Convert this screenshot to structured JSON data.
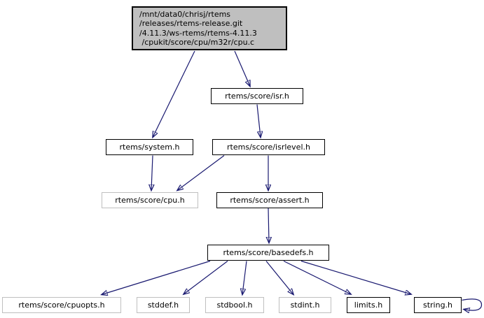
{
  "diagram": {
    "type": "include-dependency-graph",
    "description": "Doxygen include dependency graph for cpu.c"
  },
  "nodes": {
    "main": {
      "lines": [
        "/mnt/data0/chrisj/rtems",
        "/releases/rtems-release.git",
        "/4.11.3/ws-rtems/rtems-4.11.3",
        " /cpukit/score/cpu/m32r/cpu.c"
      ]
    },
    "isr": {
      "label": "rtems/score/isr.h"
    },
    "system": {
      "label": "rtems/system.h"
    },
    "isrlevel": {
      "label": "rtems/score/isrlevel.h"
    },
    "cpu": {
      "label": "rtems/score/cpu.h"
    },
    "assert": {
      "label": "rtems/score/assert.h"
    },
    "basedefs": {
      "label": "rtems/score/basedefs.h"
    },
    "cpuopts": {
      "label": "rtems/score/cpuopts.h"
    },
    "stddef": {
      "label": "stddef.h"
    },
    "stdbool": {
      "label": "stdbool.h"
    },
    "stdint": {
      "label": "stdint.h"
    },
    "limits": {
      "label": "limits.h"
    },
    "string": {
      "label": "string.h"
    }
  },
  "edges": [
    {
      "from": "cpu.c",
      "to": "rtems/score/isr.h"
    },
    {
      "from": "cpu.c",
      "to": "rtems/system.h"
    },
    {
      "from": "rtems/score/isr.h",
      "to": "rtems/score/isrlevel.h"
    },
    {
      "from": "rtems/system.h",
      "to": "rtems/score/cpu.h"
    },
    {
      "from": "rtems/score/isrlevel.h",
      "to": "rtems/score/cpu.h"
    },
    {
      "from": "rtems/score/isrlevel.h",
      "to": "rtems/score/assert.h"
    },
    {
      "from": "rtems/score/assert.h",
      "to": "rtems/score/basedefs.h"
    },
    {
      "from": "rtems/score/basedefs.h",
      "to": "rtems/score/cpuopts.h"
    },
    {
      "from": "rtems/score/basedefs.h",
      "to": "stddef.h"
    },
    {
      "from": "rtems/score/basedefs.h",
      "to": "stdbool.h"
    },
    {
      "from": "rtems/score/basedefs.h",
      "to": "stdint.h"
    },
    {
      "from": "rtems/score/basedefs.h",
      "to": "limits.h"
    },
    {
      "from": "rtems/score/basedefs.h",
      "to": "string.h"
    },
    {
      "from": "string.h",
      "to": "string.h"
    }
  ],
  "colors": {
    "edge": "#191970",
    "border_linked": "#000000",
    "border_plain": "#bfbfbf",
    "root_fill": "#bfbfbf",
    "node_fill": "#ffffff",
    "text": "#000000",
    "background": "#ffffff"
  }
}
